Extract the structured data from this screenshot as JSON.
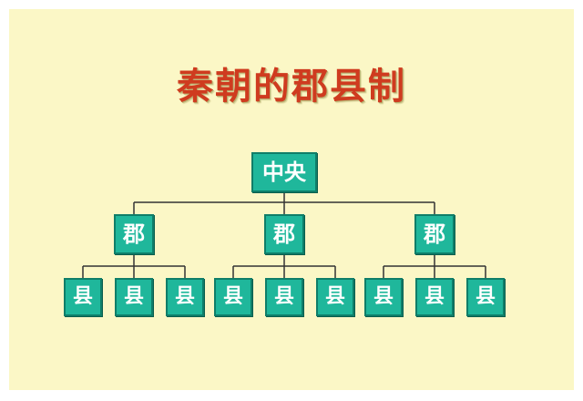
{
  "title": "秦朝的郡县制",
  "root": {
    "label": "中央"
  },
  "commanderies": [
    {
      "label": "郡",
      "counties": [
        "县",
        "县",
        "县"
      ]
    },
    {
      "label": "郡",
      "counties": [
        "县",
        "县",
        "县"
      ]
    },
    {
      "label": "郡",
      "counties": [
        "县",
        "县",
        "县"
      ]
    }
  ],
  "colors": {
    "background": "#fbf7c6",
    "title": "#cf3b1f",
    "box_fill": "#1fb79b",
    "box_border": "#0f7e69",
    "connector": "#333333"
  }
}
